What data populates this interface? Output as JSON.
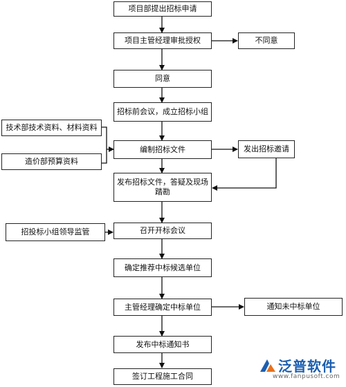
{
  "flowchart": {
    "steps": [
      "项目部提出招标申请",
      "项目主管经理审批授权",
      "同意",
      "招标前会议，成立招标小组",
      "编制招标文件",
      "发布招标文件，答疑及现场踏勘",
      "召开开标会议",
      "确定推荐中标候选单位",
      "主管经理确定中标单位",
      "发布中标通知书",
      "签订工程施工合同"
    ],
    "branches": {
      "disagree": "不同意",
      "send_invitation": "发出招标邀请",
      "notify_losers": "通知未中标单位"
    },
    "inputs": {
      "tech_materials": "技术部技术资料、材料资料",
      "cost_budget": "造价部预算资料",
      "supervision": "招投标小组领导监管"
    }
  },
  "watermark": {
    "brand": "泛普软件",
    "url": "www.fanpusoft.com",
    "brand_color": "#1c5fb0",
    "accent_color": "#e8711c"
  }
}
